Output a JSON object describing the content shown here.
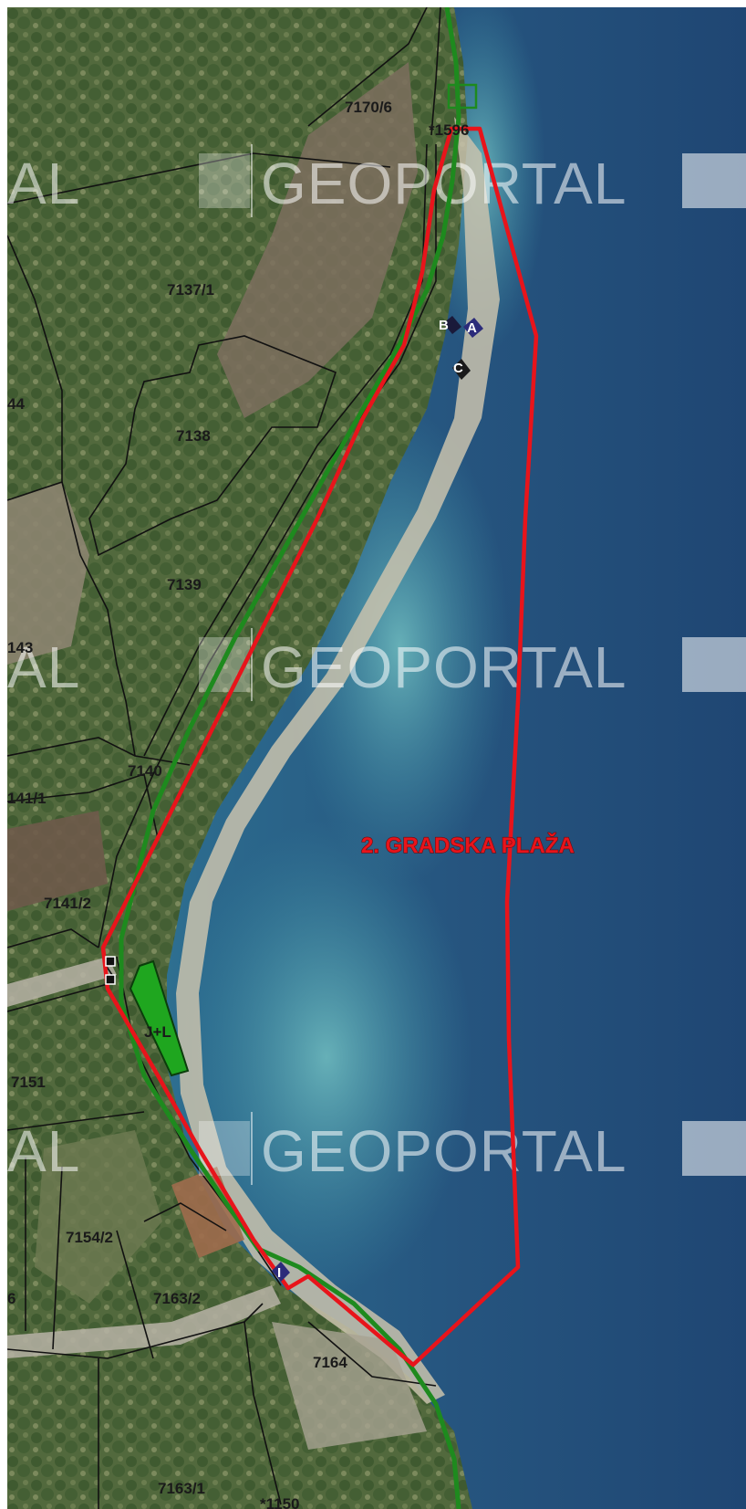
{
  "map": {
    "watermark_text": "GEOPORTAL",
    "watermark_partial": "AL",
    "zone_label": "2. GRADSKA PLAŽA",
    "parcels": {
      "p7170_6": "7170/6",
      "p1596": "*1596",
      "p7137_1": "7137/1",
      "p44": "44",
      "p7138": "7138",
      "p7139": "7139",
      "p143": "143",
      "p7140": "7140",
      "p141_1": "141/1",
      "p7141_2": "7141/2",
      "p7151": "7151",
      "p7154_2": "7154/2",
      "p7163_2": "7163/2",
      "p6": "6",
      "p7164": "7164",
      "p7163_1": "7163/1",
      "p1150": "*1150"
    },
    "markers": {
      "a": "A",
      "b": "B",
      "c": "C",
      "i": "I",
      "jl": "J+L"
    },
    "colors": {
      "sea_deep": "#244a78",
      "sea_mid": "#2f6a8e",
      "sea_shallow": "#5fa9b4",
      "land_green": "#4f6a3c",
      "beach": "#c9c2ad",
      "zone_boundary": "#e8141b",
      "coast_line": "#1e8a1e",
      "parcel_line": "#111111"
    }
  }
}
